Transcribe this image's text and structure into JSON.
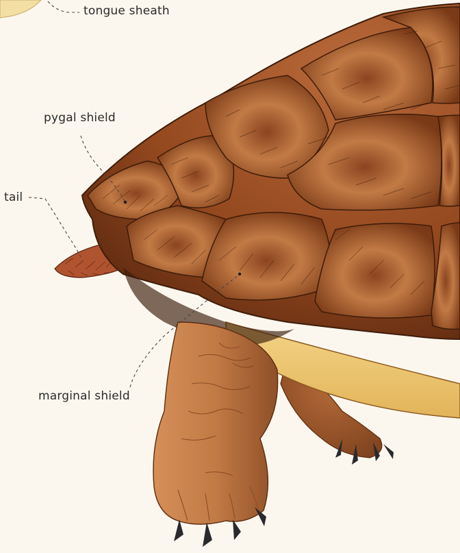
{
  "labels": {
    "tongue_sheath": "tongue sheath",
    "pygal_shield": "pygal shield",
    "tail": "tail",
    "marginal_shield": "marginal shield"
  },
  "colors": {
    "background": "#fbf7ee",
    "shell_dark": "#6e3516",
    "shell_mid": "#a4582a",
    "shell_light": "#d08a4c",
    "skin": "#c27a45",
    "skin_shadow": "#8e4f27",
    "plastron": "#f2cf78",
    "claw": "#2a2a2e",
    "leader_line": "#444444"
  }
}
